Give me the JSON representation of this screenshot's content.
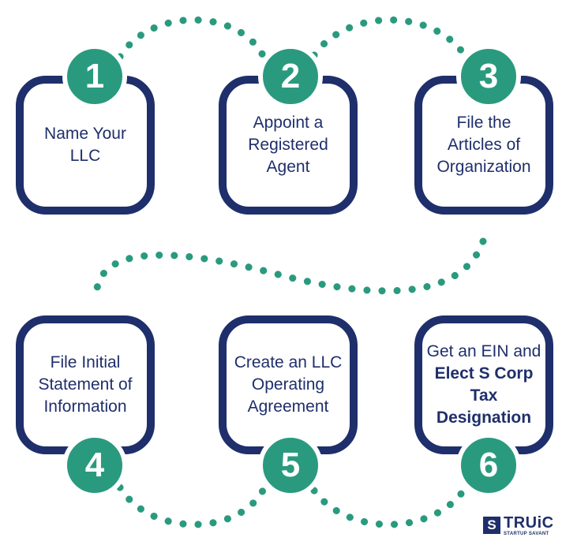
{
  "steps": [
    {
      "number": "1",
      "lines": [
        "Name Your",
        "LLC"
      ]
    },
    {
      "number": "2",
      "lines": [
        "Appoint a",
        "Registered",
        "Agent"
      ]
    },
    {
      "number": "3",
      "lines": [
        "File the",
        "Articles of",
        "Organization"
      ]
    },
    {
      "number": "4",
      "lines": [
        "File Initial",
        "Statement of",
        "Information"
      ]
    },
    {
      "number": "5",
      "lines": [
        "Create an LLC",
        "Operating",
        "Agreement"
      ]
    },
    {
      "number": "6",
      "lines": [
        "Get an EIN and",
        "Elect S Corp Tax",
        "Designation"
      ]
    }
  ],
  "logo": {
    "mark": "S",
    "name": "TRUiC",
    "tagline": "STARTUP SAVANT"
  },
  "colors": {
    "navy": "#1f2f6b",
    "teal": "#2a9a7f"
  }
}
